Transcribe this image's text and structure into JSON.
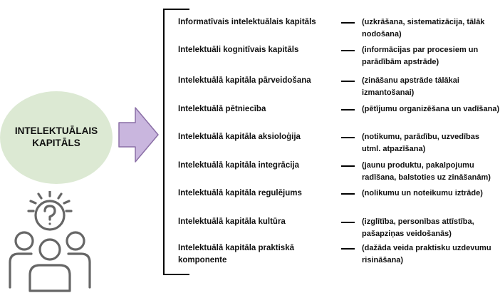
{
  "center": {
    "line1": "INTELEKTUĀLAIS",
    "line2": "KAPITĀLS"
  },
  "colors": {
    "circle_fill": "#dce9d3",
    "arrow_fill": "#c9b6de",
    "arrow_stroke": "#8a6fa6",
    "people_stroke": "#666666"
  },
  "icons": {
    "people": "group-thinking-question-icon",
    "arrow": "right-arrow-icon"
  },
  "items": [
    {
      "term": "Informatīvais intelektuālais kapitāls",
      "desc": "(uzkrāšana, sistematizācija, tālāk nodošana)"
    },
    {
      "term": "Intelektuāli kognitīvais kapitāls",
      "desc": "(informācijas par procesiem un parādībām apstrāde)"
    },
    {
      "term": "Intelektuālā kapitāla pārveidošana",
      "desc": "(zināšanu apstrāde tālākai izmantošanai)"
    },
    {
      "term": "Intelektuālā pētniecība",
      "desc": "(pētījumu organizēšana un vadīšana)"
    },
    {
      "term": "Intelektuālā kapitāla aksioloģija",
      "desc": "(notikumu, parādību, uzvedības utml. atpazīšana)"
    },
    {
      "term": "Intelektuālā kapitāla integrācija",
      "desc": "(jaunu produktu, pakalpojumu radīšana, balstoties uz zināšanām)"
    },
    {
      "term": "Intelektuālā kapitāla regulējums",
      "desc": "(nolikumu un noteikumu iztrāde)"
    },
    {
      "term": "Intelektuālā kapitāla kultūra",
      "desc": "(izglītība, personības attīstība, pašapziņas veidošanās)"
    },
    {
      "term": "Intelektuālā kapitāla praktiskā komponente",
      "desc": "(dažāda veida praktisku uzdevumu risināšana)"
    }
  ]
}
